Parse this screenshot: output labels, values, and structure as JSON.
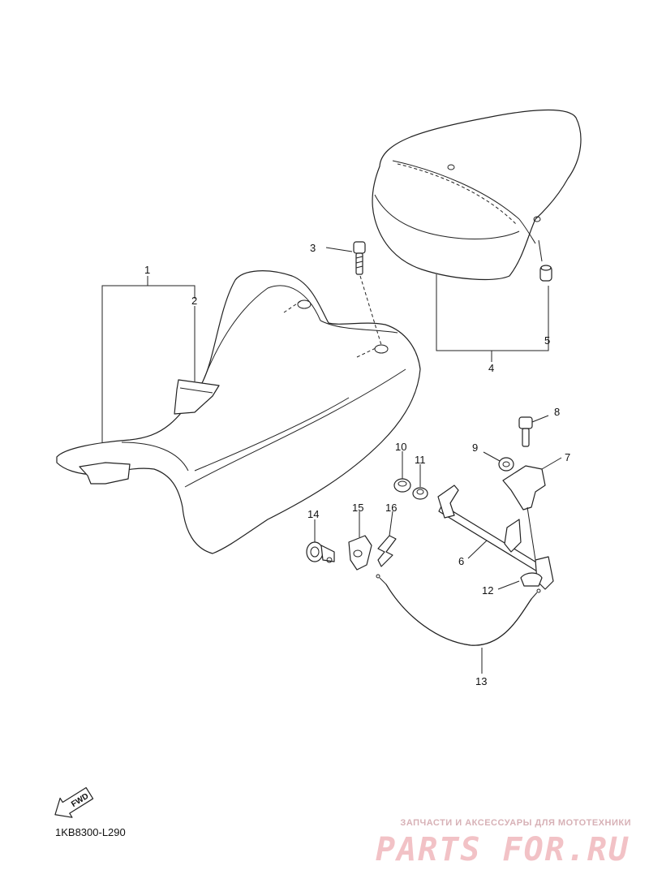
{
  "diagram": {
    "code": "1KB8300-L290",
    "fwd_label": "FWD",
    "callouts": [
      "1",
      "2",
      "3",
      "4",
      "5",
      "6",
      "7",
      "8",
      "9",
      "10",
      "11",
      "12",
      "13",
      "14",
      "15",
      "16"
    ]
  },
  "watermark": {
    "caption": "ЗАПЧАСТИ И АКСЕССУАРЫ ДЛЯ МОТОТЕХНИКИ",
    "logo": "PARTS FOR.RU"
  },
  "colors": {
    "line": "#222222",
    "watermark": "#f2c2c6"
  }
}
